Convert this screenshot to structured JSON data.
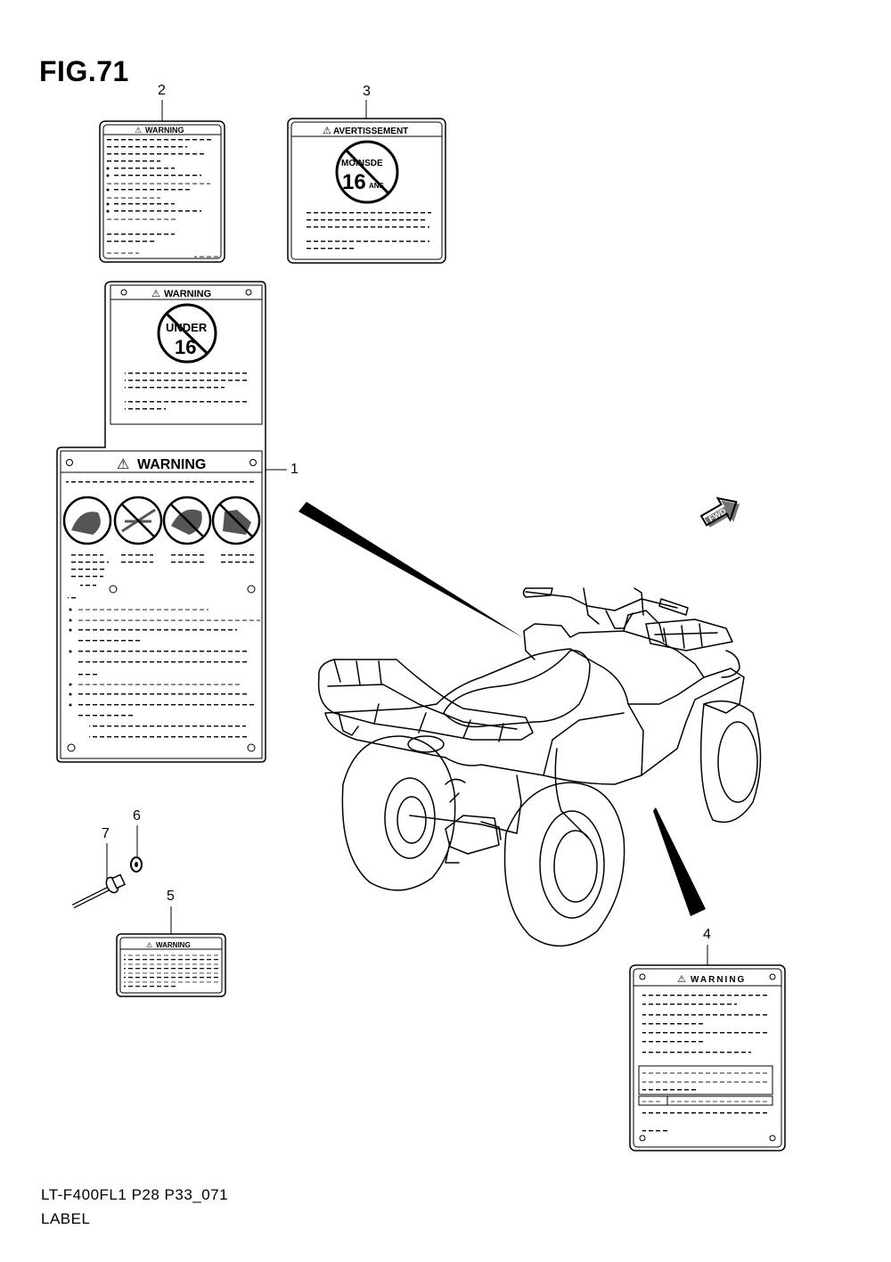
{
  "figure": {
    "title": "FIG.71"
  },
  "callouts": {
    "c1": "1",
    "c2": "2",
    "c3": "3",
    "c4": "4",
    "c5": "5",
    "c6": "6",
    "c7": "7"
  },
  "labels": {
    "label_1": {
      "top_header": "WARNING",
      "top_sign_line1": "UNDER",
      "top_sign_line2": "16",
      "main_header": "WARNING"
    },
    "label_2": {
      "header": "WARNING"
    },
    "label_3": {
      "header": "AVERTISSEMENT",
      "sign_line1": "MOINSDE",
      "sign_num": "16",
      "sign_sub": "ANS"
    },
    "label_4": {
      "header": "WARNING"
    },
    "label_5": {
      "header": "WARNING"
    }
  },
  "vehicle": {
    "direction_tag": "FWD"
  },
  "footer": {
    "model_code": "LT-F400FL1 P28 P33_071",
    "caption": "LABEL"
  }
}
